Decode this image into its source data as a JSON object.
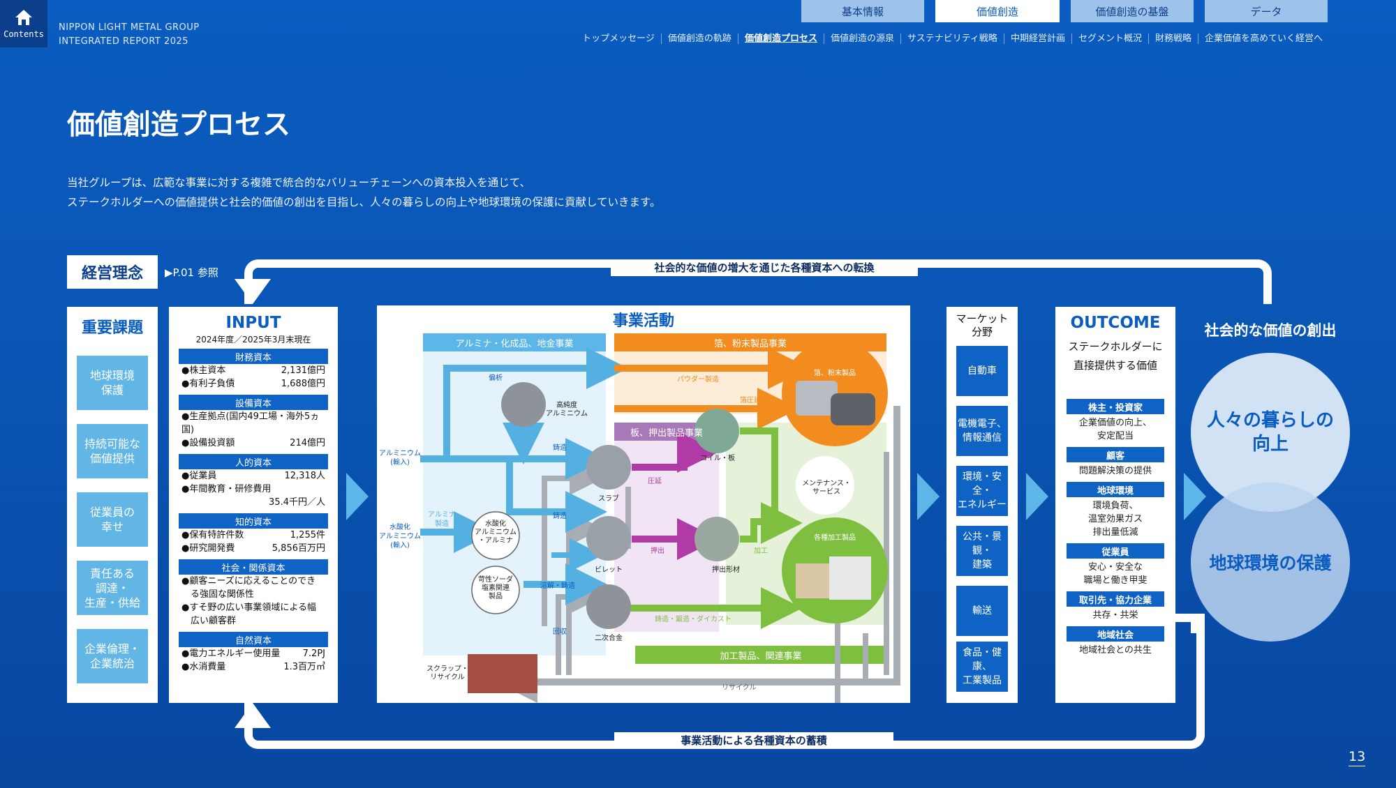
{
  "header": {
    "home_label": "Contents",
    "brand_line1": "NIPPON LIGHT METAL GROUP",
    "brand_line2": "INTEGRATED REPORT 2025",
    "tabs": [
      "基本情報",
      "価値創造",
      "価値創造の基盤",
      "データ"
    ],
    "subnav": [
      "トップメッセージ",
      "価値創造の軌跡",
      "価値創造プロセス",
      "価値創造の源泉",
      "サステナビリティ戦略",
      "中期経営計画",
      "セグメント概況",
      "財務戦略",
      "企業価値を高めていく経営へ"
    ]
  },
  "page": {
    "title": "価値創造プロセス",
    "intro1": "当社グループは、広範な事業に対する複雑で統合的なバリューチェーンへの資本投入を通じて、",
    "intro2": "ステークホルダーへの価値提供と社会的価値の創出を目指し、人々の暮らしの向上や地球環境の保護に貢献していきます。",
    "page_number": "13"
  },
  "top": {
    "philosophy": "経営理念",
    "ref": "▶P.01 参照",
    "loop_top": "社会的な価値の増大を通じた各種資本への転換",
    "loop_bottom": "事業活動による各種資本の蓄積"
  },
  "issues": {
    "title": "重要課題",
    "items": [
      "地球環境\n保護",
      "持続可能な\n価値提供",
      "従業員の\n幸せ",
      "責任ある\n調達・\n生産・供給",
      "企業倫理・\n企業統治"
    ]
  },
  "input": {
    "title": "INPUT",
    "date": "2024年度／2025年3月末現在",
    "cats": [
      {
        "name": "財務資本",
        "rows": [
          [
            "●株主資本",
            "2,131億円"
          ],
          [
            "●有利子負債",
            "1,688億円"
          ]
        ]
      },
      {
        "name": "設備資本",
        "rows": [
          [
            "●生産拠点(国内49工場・海外5ヵ国)",
            ""
          ],
          [
            "●設備投資額",
            "214億円"
          ]
        ]
      },
      {
        "name": "人的資本",
        "rows": [
          [
            "●従業員",
            "12,318人"
          ],
          [
            "●年間教育・研修費用",
            ""
          ],
          [
            "",
            "35.4千円／人"
          ]
        ]
      },
      {
        "name": "知的資本",
        "rows": [
          [
            "●保有特許件数",
            "1,255件"
          ],
          [
            "●研究開発費",
            "5,856百万円"
          ]
        ]
      },
      {
        "name": "社会・関係資本",
        "rows": [
          [
            "●顧客ニーズに応えることのでき",
            ""
          ],
          [
            "　る強固な関係性",
            ""
          ],
          [
            "●すそ野の広い事業領域による幅",
            ""
          ],
          [
            "　広い顧客群",
            ""
          ]
        ]
      },
      {
        "name": "自然資本",
        "rows": [
          [
            "●電力エネルギー使用量",
            "7.2PJ"
          ],
          [
            "●水消費量",
            "1.3百万㎥"
          ]
        ]
      }
    ]
  },
  "biz": {
    "title": "事業活動",
    "seg_alumina": "アルミナ・化成品、地金事業",
    "seg_foil": "箔、粉末製品事業",
    "seg_sheet": "板、押出製品事業",
    "seg_fab": "加工製品、関連事業",
    "in_al": "アルミニウム\n(輸入)",
    "in_hyd": "水酸化\nアルミニウム\n(輸入)",
    "l_henseki": "偏析",
    "l_chuzo1": "鋳造",
    "l_chuzo2": "鋳造",
    "l_alumina": "アルミナ\n製造",
    "l_yokai": "溶解・鋳造",
    "l_kaishu": "回収",
    "l_powder": "パウダー製造",
    "l_hakuatsu": "箔圧延",
    "l_atsuen": "圧延",
    "l_oshidashi": "押出",
    "l_kako": "加工",
    "l_casting": "鋳造・鍛造・ダイカスト",
    "l_recycle": "リサイクル",
    "n_high": "高純度\nアルミニウム",
    "n_hydrox": "水酸化\nアルミニウム\n・アルミナ",
    "n_soda": "苛性ソーダ\n塩素関連\n製品",
    "n_slab": "スラブ",
    "n_billet": "ビレット",
    "n_secondary": "二次合金",
    "n_coil": "コイル・板",
    "n_extr": "押出形材",
    "n_foilprod": "箔、粉末製品",
    "n_maint": "メンテナンス・\nサービス",
    "n_proc": "各種加工製品",
    "n_scrap": "スクラップ・\nリサイクル"
  },
  "market": {
    "title": "マーケット\n分野",
    "items": [
      "自動車",
      "電機電子、\n情報通信",
      "環境・安全・\nエネルギー",
      "公共・景観・\n建築",
      "輸送",
      "食品・健康、\n工業製品"
    ]
  },
  "outcome": {
    "title": "OUTCOME",
    "sub": "ステークホルダーに\n直接提供する価値",
    "items": [
      {
        "name": "株主・投資家",
        "text": "企業価値の向上、\n安定配当"
      },
      {
        "name": "顧客",
        "text": "問題解決策の提供"
      },
      {
        "name": "地球環境",
        "text": "環境負荷、\n温室効果ガス\n排出量低減"
      },
      {
        "name": "従業員",
        "text": "安心・安全な\n職場と働き甲斐"
      },
      {
        "name": "取引先・協力企業",
        "text": "共存・共栄"
      },
      {
        "name": "地域社会",
        "text": "地域社会との共生"
      }
    ]
  },
  "social": {
    "title": "社会的な価値の創出",
    "c1": "人々の暮らしの\n向上",
    "c2": "地球環境の保護"
  },
  "colors": {
    "bg": "#0a55b4",
    "light_blue": "#62b6e6",
    "orange": "#f28c1e",
    "green": "#7fbf3f",
    "purple": "#a978b8",
    "gray": "#a8adb4"
  }
}
